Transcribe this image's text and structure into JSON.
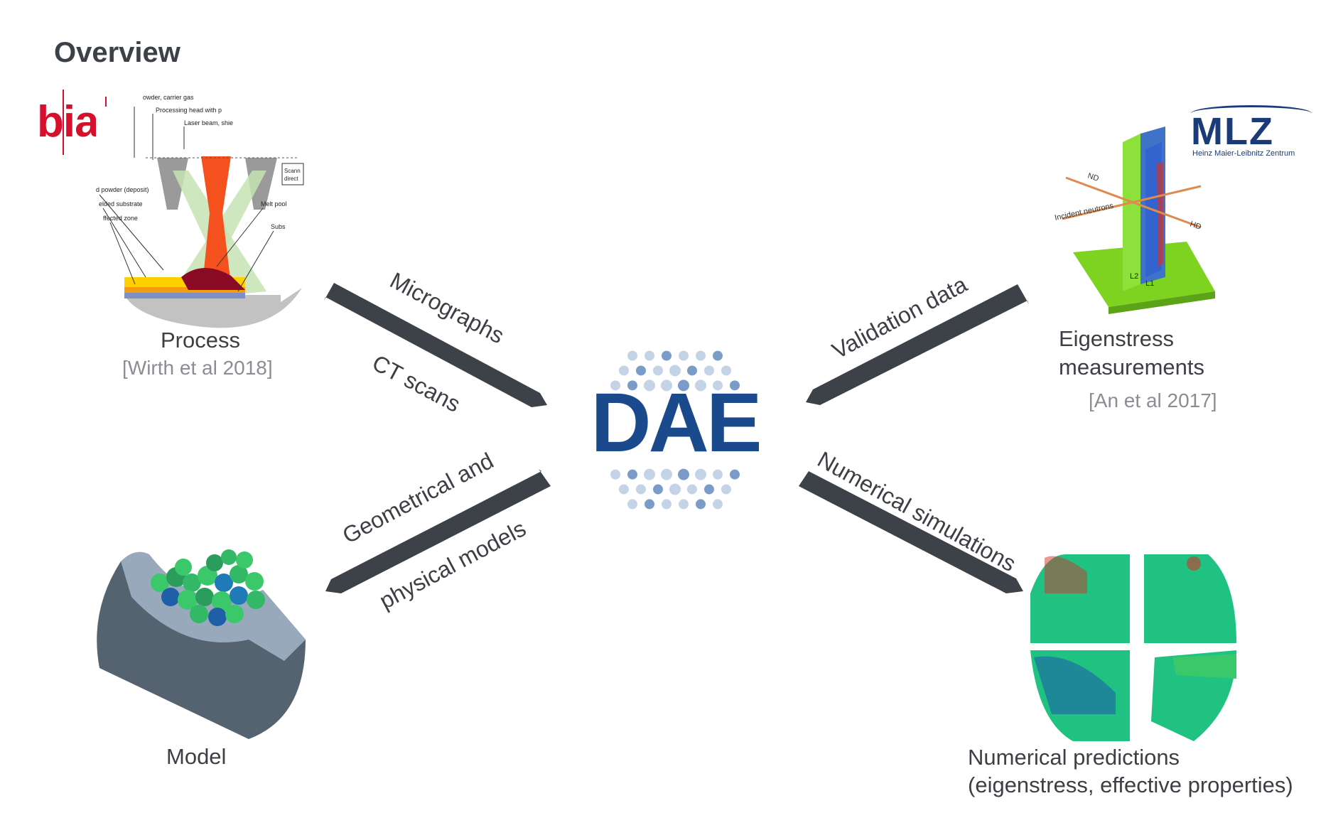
{
  "header": {
    "title": "Overview"
  },
  "logos": {
    "bias": "bias",
    "mlz": "MLZ",
    "mlz_subtitle": "Heinz Maier-Leibnitz Zentrum",
    "center": "DAE"
  },
  "process": {
    "caption": "Process",
    "ref": "[Wirth et al 2018]",
    "labels": {
      "powder": "owder, carrier gas",
      "head": "Processing head with p",
      "laser": "Laser beam, shie",
      "scan": "Scann",
      "scan2": "direct",
      "deposit": "d powder (deposit)",
      "substrate_welded": "elded substrate",
      "zone": "ffected zone",
      "melt": "Melt pool",
      "subs": "Subs"
    }
  },
  "eigen": {
    "caption_line1": "Eigenstress",
    "caption_line2": "measurements",
    "ref": "[An et al 2017]",
    "labels": {
      "nd": "ND",
      "incident": "Incident neutrons",
      "hd": "HD",
      "l1": "L1",
      "l2": "L2"
    }
  },
  "model": {
    "caption": "Model"
  },
  "predictions": {
    "caption_line1": "Numerical predictions",
    "caption_line2": "(eigenstress, effective properties)"
  },
  "arrows": {
    "top_left_line1": "Micrographs",
    "top_left_line2": "CT scans",
    "top_right": "Validation data",
    "bottom_left_line1": "Geometrical and",
    "bottom_left_line2": "physical models",
    "bottom_right": "Numerical simulations"
  },
  "colors": {
    "arrow": "#3d4148",
    "dae_blue": "#1a4a8c",
    "dot_blue": "#7b9bc8",
    "dot_light": "#c5d3e6",
    "bias_red": "#d4102c"
  }
}
